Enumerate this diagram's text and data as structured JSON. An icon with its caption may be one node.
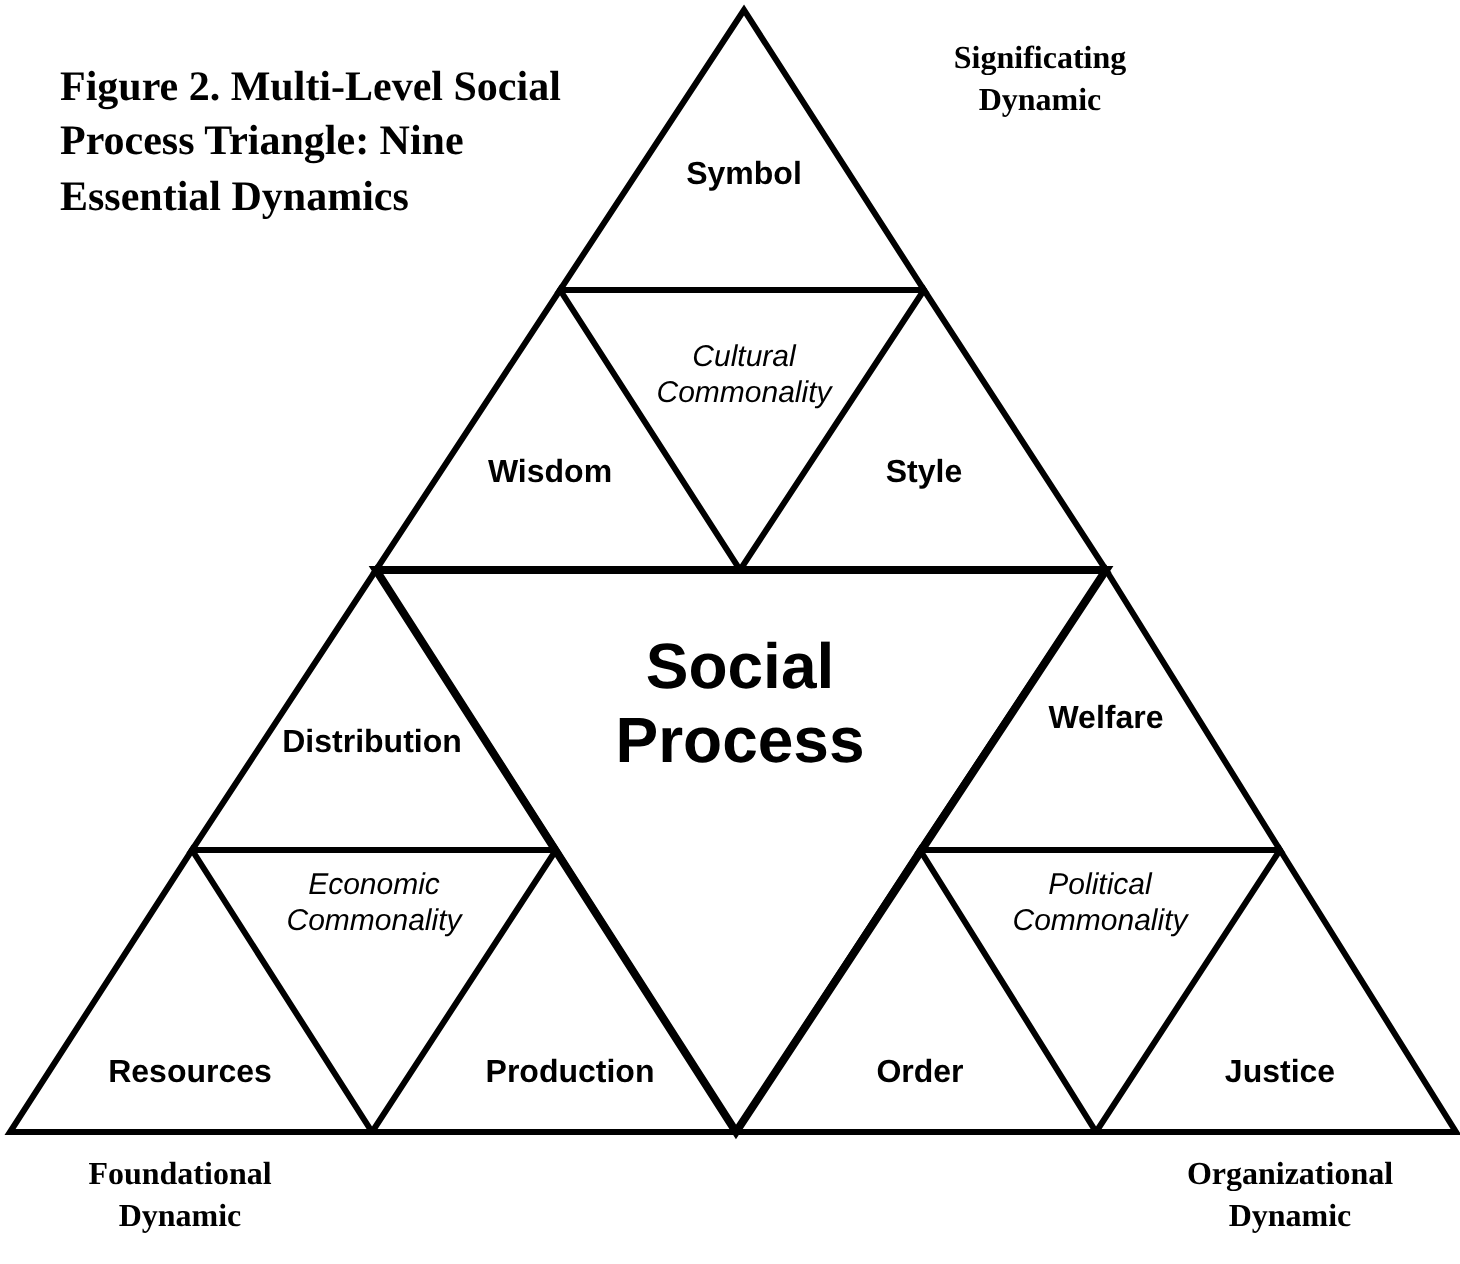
{
  "diagram": {
    "title": "Figure 2. Multi-Level Social Process Triangle: Nine Essential Dynamics",
    "nodes": [
      {
        "text": [
          "Symbol"
        ]
      },
      {
        "text": [
          "Cultural Commonality"
        ]
      },
      {
        "text": [
          "Wisdom"
        ]
      },
      {
        "text": [
          "Style"
        ]
      },
      {
        "text": [
          "Social Process"
        ]
      },
      {
        "text": [
          "Distribution"
        ]
      },
      {
        "text": [
          "Economic Commonality"
        ]
      },
      {
        "text": [
          "Resources"
        ]
      },
      {
        "text": [
          "Production"
        ]
      },
      {
        "text": [
          "Welfare"
        ]
      },
      {
        "text": [
          "Political Commonality"
        ]
      },
      {
        "text": [
          "Order"
        ]
      },
      {
        "text": [
          "Justice"
        ]
      }
    ],
    "edges": [],
    "labels": [
      "Significating Dynamic",
      "Foundational Dynamic",
      "Organizational Dynamic"
    ]
  }
}
